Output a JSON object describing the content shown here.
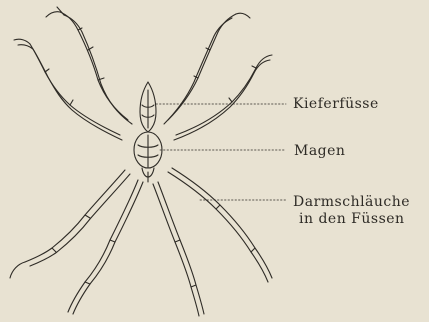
{
  "labels": {
    "kieferfuesse": "Kieferfüsse",
    "magen": "Magen",
    "darmschlaeuche_line1": "Darmschläuche",
    "darmschlaeuche_line2": "in den Füssen"
  },
  "colors": {
    "paper": "#e8e2d2",
    "ink": "#2e2b26"
  }
}
